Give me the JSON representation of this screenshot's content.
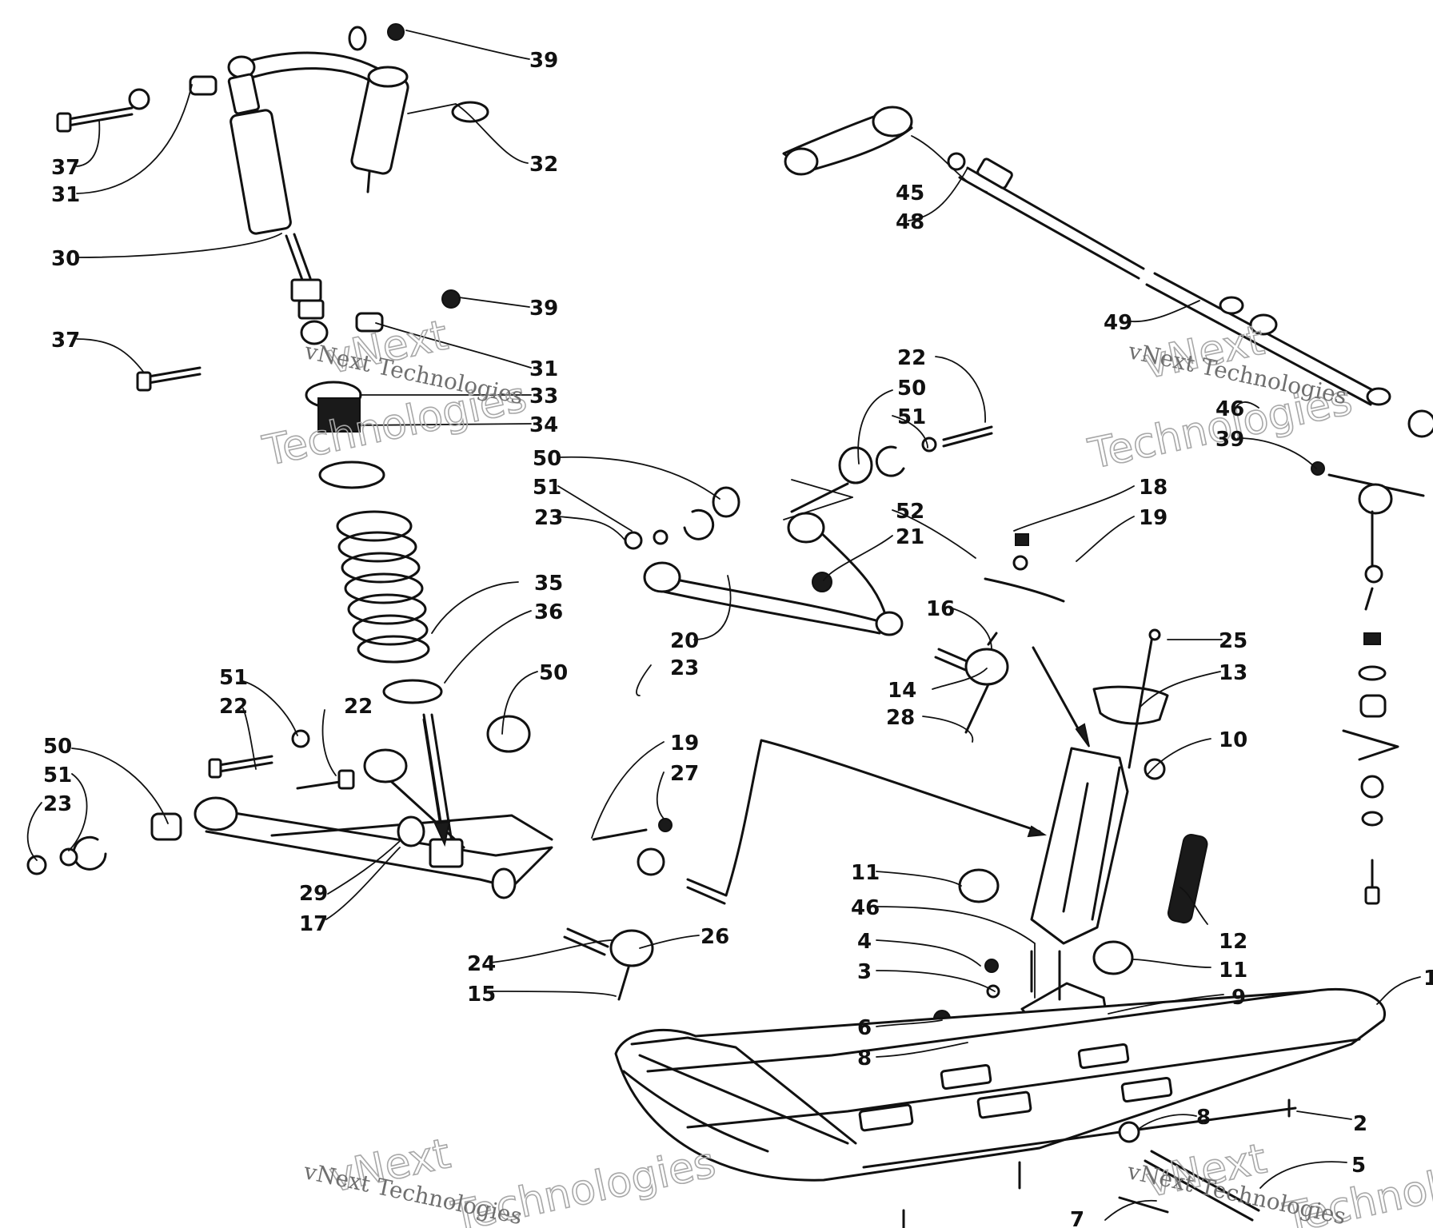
{
  "watermark": {
    "line1": "vNext",
    "line2": "Technologies",
    "full": "vNext Technologies"
  },
  "colors": {
    "ink": "#111111",
    "background": "#ffffff",
    "watermark": "#8a8a8a"
  },
  "callouts": [
    "39",
    "32",
    "37",
    "31",
    "30",
    "39",
    "37",
    "31",
    "33",
    "34",
    "45",
    "48",
    "49",
    "46",
    "39",
    "22",
    "50",
    "51",
    "50",
    "51",
    "23",
    "18",
    "19",
    "52",
    "21",
    "35",
    "36",
    "16",
    "14",
    "28",
    "25",
    "13",
    "20",
    "23",
    "50",
    "51",
    "22",
    "22",
    "50",
    "51",
    "23",
    "29",
    "17",
    "19",
    "27",
    "10",
    "24",
    "26",
    "15",
    "11",
    "46",
    "4",
    "3",
    "12",
    "11",
    "9",
    "6",
    "8",
    "8",
    "2",
    "5",
    "7",
    "1"
  ]
}
